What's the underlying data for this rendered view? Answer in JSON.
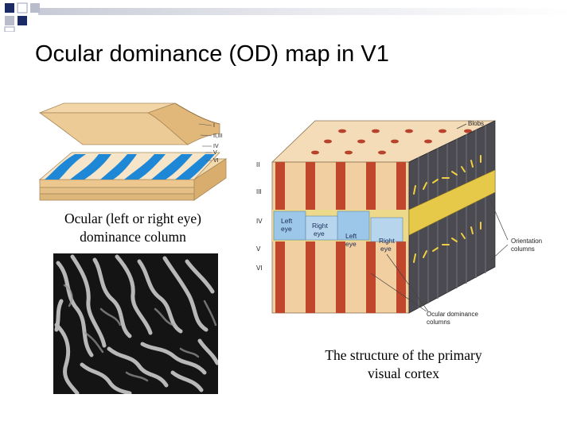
{
  "slide": {
    "title": "Ocular dominance (OD) map in V1",
    "caption_left": [
      "Ocular (left or right eye)",
      "dominance column"
    ],
    "caption_right": [
      "The structure of the primary",
      "visual cortex"
    ]
  },
  "slab_figure": {
    "layer_labels": [
      "I",
      "II,III",
      "IV",
      "V",
      "VI"
    ]
  },
  "cube_figure": {
    "layer_labels": [
      "II",
      "III",
      "IV",
      "V",
      "VI"
    ],
    "eye_labels": [
      [
        "Left",
        "eye"
      ],
      [
        "Right",
        "eye"
      ],
      [
        "Left",
        "eye"
      ],
      [
        "Right",
        "eye"
      ]
    ],
    "callout_blobs": "Blobs",
    "callout_orientation": [
      "Orientation",
      "columns"
    ],
    "callout_ocular": [
      "Ocular dominance",
      "columns"
    ]
  },
  "colors": {
    "od_blue": "#1e88d6",
    "slab_tan": "#f0cf9c",
    "cube_top": "#f5dcb8",
    "column_red": "#c0462c",
    "layer_gold": "#f0d860",
    "deco_navy": "#1c2b66"
  }
}
